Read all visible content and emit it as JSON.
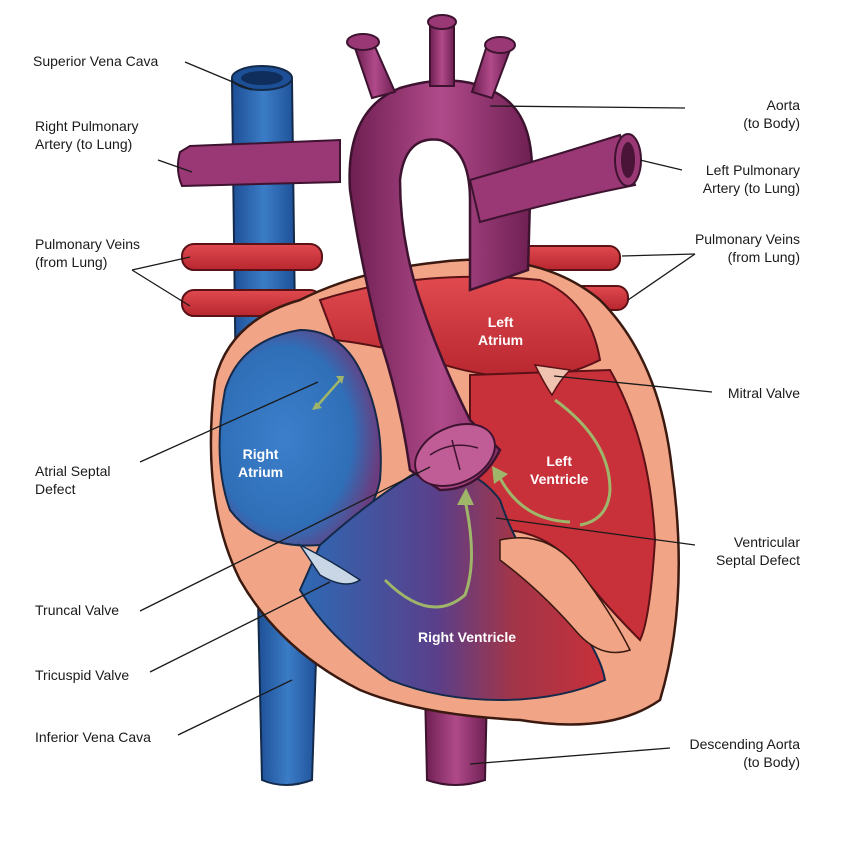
{
  "labels": {
    "superior_vena_cava": "Superior Vena Cava",
    "right_pulmonary_artery": "Right Pulmonary\nArtery (to Lung)",
    "pulmonary_veins_left": "Pulmonary Veins\n(from Lung)",
    "atrial_septal_defect": "Atrial Septal\nDefect",
    "truncal_valve": "Truncal Valve",
    "tricuspid_valve": "Tricuspid Valve",
    "inferior_vena_cava": "Inferior Vena Cava",
    "aorta": "Aorta\n(to Body)",
    "left_pulmonary_artery": "Left Pulmonary\nArtery (to Lung)",
    "pulmonary_veins_right": "Pulmonary Veins\n(from Lung)",
    "mitral_valve": "Mitral Valve",
    "ventricular_septal_defect": "Ventricular\nSeptal Defect",
    "descending_aorta": "Descending Aorta\n(to Body)"
  },
  "chambers": {
    "left_atrium": "Left\nAtrium",
    "right_atrium": "Right\nAtrium",
    "left_ventricle": "Left\nVentricle",
    "right_ventricle": "Right Ventricle"
  },
  "colors": {
    "deoxygenated_blue": "#2f6fb8",
    "oxygenated_red": "#c8303a",
    "aorta_purple": "#8e2f6a",
    "tissue_salmon": "#f2a487",
    "flow_arrow": "#9fb56a"
  }
}
